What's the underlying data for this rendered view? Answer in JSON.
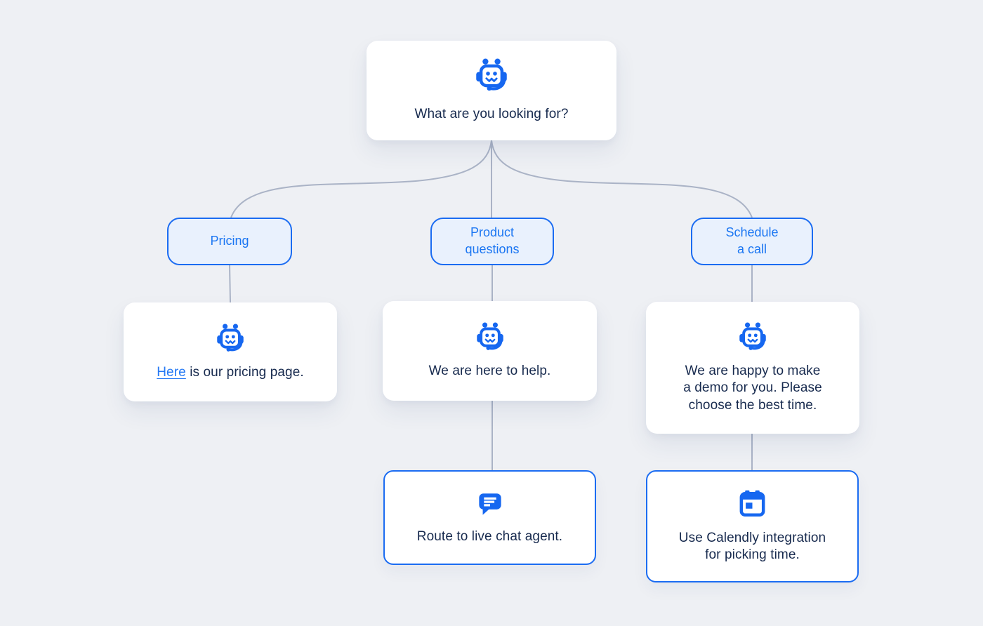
{
  "colors": {
    "background": "#eef0f4",
    "accent_blue": "#1667f0",
    "option_fill": "#e9f1fd",
    "option_border": "#1b6cf2",
    "option_text": "#1b76f2",
    "text_dark": "#172a4e",
    "link_blue": "#2579f4",
    "connector_gray": "#aab3c6",
    "card_bg": "#ffffff"
  },
  "flow": {
    "root": {
      "icon": "chatbot-icon",
      "message": "What are you looking for?"
    },
    "options": {
      "pricing": "Pricing",
      "product": "Product\nquestions",
      "schedule": "Schedule\na call"
    },
    "responses": {
      "pricing": {
        "icon": "chatbot-icon",
        "link_text": "Here",
        "rest_text": " is our pricing page."
      },
      "product": {
        "icon": "chatbot-icon",
        "message": "We are here to help."
      },
      "schedule": {
        "icon": "chatbot-icon",
        "message": "We are happy to make\na demo for you. Please\nchoose the best time."
      }
    },
    "actions": {
      "product": {
        "icon": "chat-bubble-icon",
        "message": "Route to live chat agent."
      },
      "schedule": {
        "icon": "calendar-icon",
        "message": "Use Calendly integration\nfor picking time."
      }
    }
  }
}
